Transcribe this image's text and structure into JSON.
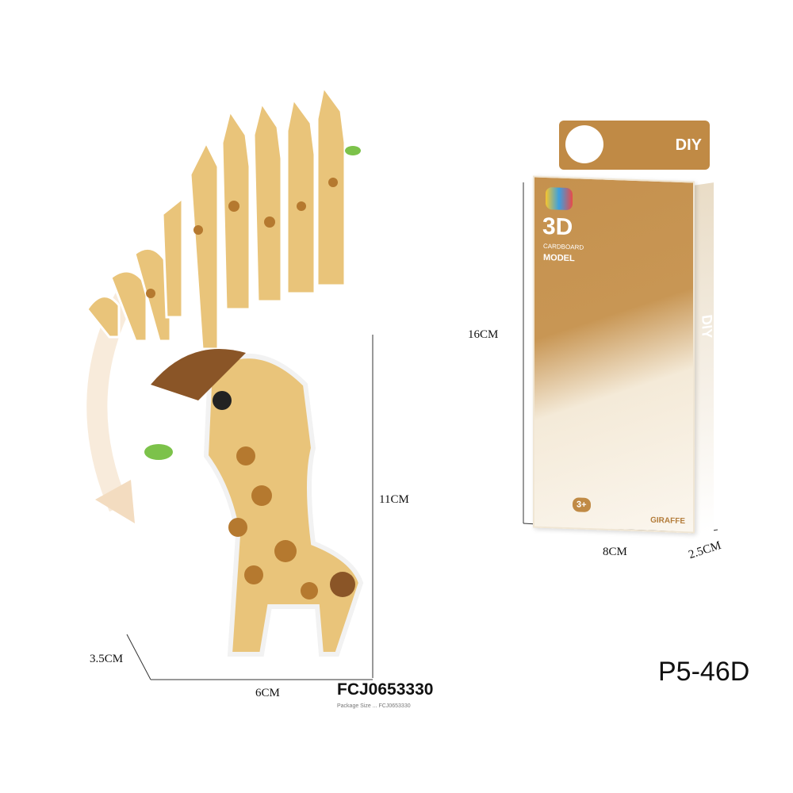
{
  "product": {
    "model_number": "P5-46D",
    "barcode_code": "FCJ0653330",
    "package_note": "Package Size ... FCJ0653330"
  },
  "assembled_dimensions": {
    "height": "11CM",
    "width": "6CM",
    "depth": "3.5CM"
  },
  "package_dimensions": {
    "height": "16CM",
    "width": "8CM",
    "depth": "2.5CM"
  },
  "package": {
    "header_label": "DIY",
    "title": "3D",
    "subtitle": "CARDBOARD",
    "model_label": "MODEL",
    "side_label": "DIY",
    "animal_label": "GIRAFFE",
    "age_badge": "3+"
  },
  "colors": {
    "brand": "#c08a45",
    "giraffe_body": "#e9c47a",
    "giraffe_spots": "#b5792f",
    "mane": "#8a5527",
    "leaf": "#7cc24a"
  }
}
